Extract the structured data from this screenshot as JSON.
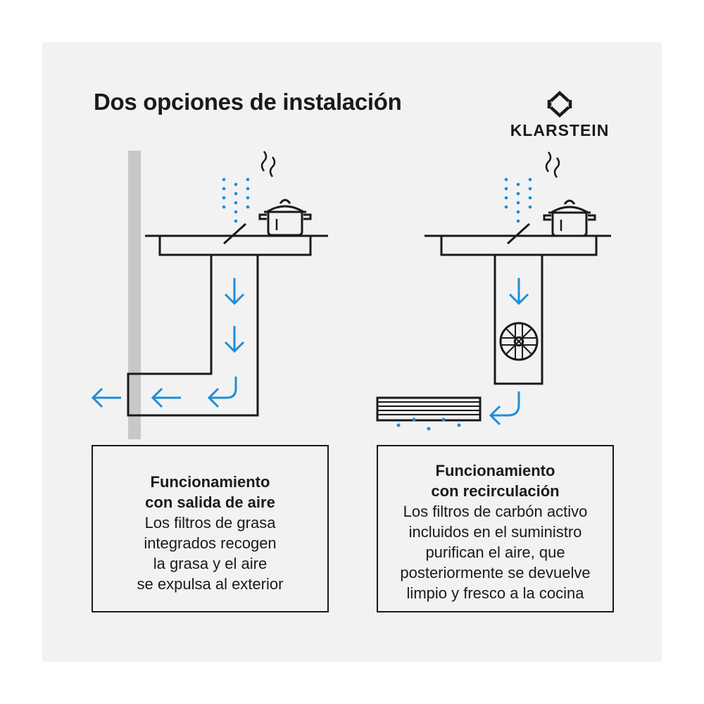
{
  "title": "Dos opciones de instalación",
  "brand": {
    "name": "KLARSTEIN",
    "logo_icon": "klarstein-logo-icon"
  },
  "colors": {
    "background": "#f2f2f2",
    "ink": "#1a1a1a",
    "airflow_blue": "#1f8dd6",
    "wall_grey": "#c8c8c8"
  },
  "options": [
    {
      "id": "exhaust",
      "heading_lines": [
        "Funcionamiento",
        "con salida de aire"
      ],
      "body_lines": [
        "Los filtros de grasa",
        "integrados recogen",
        "la grasa y el aire",
        "se expulsa al exterior"
      ]
    },
    {
      "id": "recirculation",
      "heading_lines": [
        "Funcionamiento",
        "con recirculación"
      ],
      "body_lines": [
        "Los filtros de carbón activo",
        "incluidos en el suministro",
        "purifican el aire, que",
        "posteriormente se devuelve",
        "limpio y fresco a la cocina"
      ]
    }
  ]
}
